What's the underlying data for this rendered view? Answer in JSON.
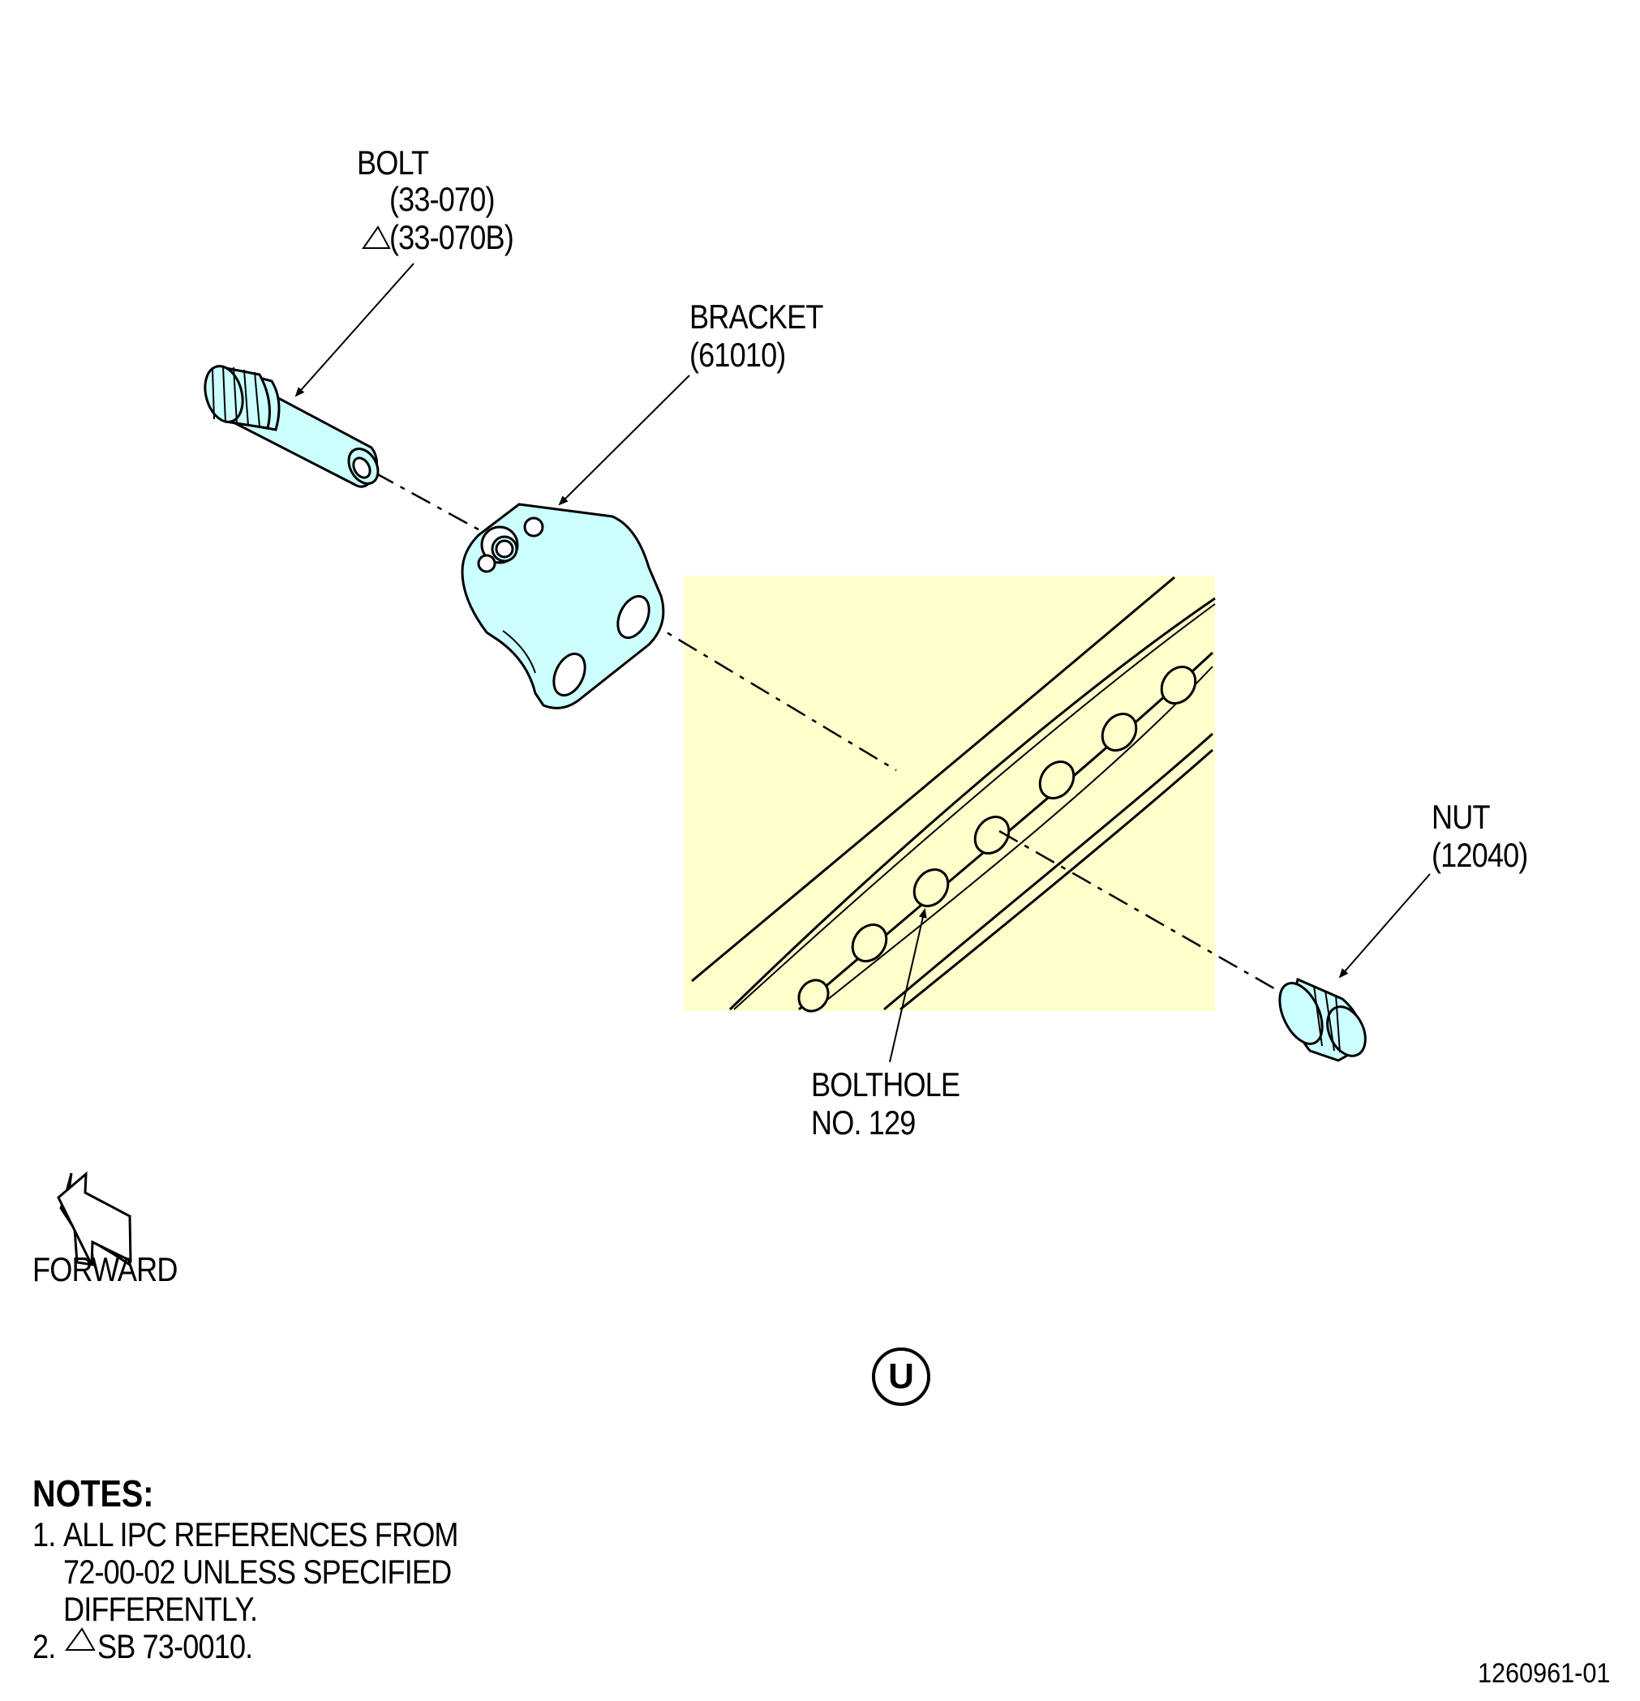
{
  "colors": {
    "part_fill": "#ccffff",
    "detail_area_fill": "#ffffcc",
    "line": "#000000"
  },
  "labels": {
    "bolt": {
      "name": "BOLT",
      "ref1": "(33-070)",
      "ref2": "(33-070B)"
    },
    "bracket": {
      "name": "BRACKET",
      "ref": "(61010)"
    },
    "nut": {
      "name": "NUT",
      "ref": "(12040)"
    },
    "bolthole": {
      "line1": "BOLTHOLE",
      "line2": "NO. 129"
    },
    "forward": "FORWARD",
    "view": "U"
  },
  "notes": {
    "title": "NOTES:",
    "items": [
      {
        "num": "1.",
        "lines": [
          "ALL IPC REFERENCES FROM",
          "72-00-02 UNLESS SPECIFIED",
          "DIFFERENTLY."
        ]
      },
      {
        "num": "2.",
        "text": "SB 73-0010."
      }
    ]
  },
  "figure_number": "1260961-01"
}
